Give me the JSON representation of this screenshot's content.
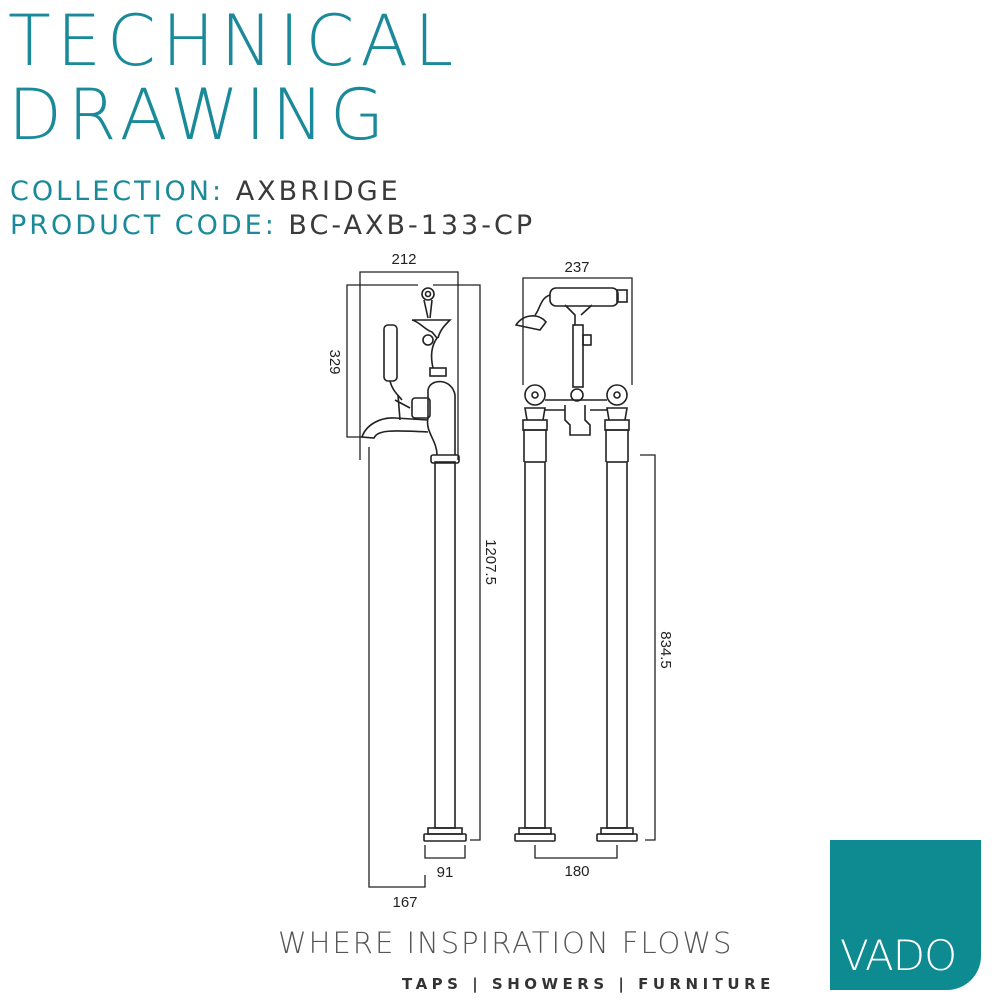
{
  "header": {
    "title_line1": "TECHNICAL",
    "title_line2": "DRAWING",
    "collection_label": "COLLECTION:",
    "collection_value": "AXBRIDGE",
    "product_code_label": "PRODUCT CODE:",
    "product_code_value": "BC-AXB-133-CP"
  },
  "drawing": {
    "dimensions": {
      "left_width": "212",
      "left_height": "329",
      "left_total_height": "1207.5",
      "left_base": "91",
      "left_offset": "167",
      "right_width": "237",
      "right_leg_height": "834.5",
      "right_leg_spacing": "180"
    }
  },
  "footer": {
    "tagline": "WHERE INSPIRATION FLOWS",
    "subtagline": "TAPS | SHOWERS | FURNITURE",
    "logo_text": "VADO"
  },
  "colors": {
    "accent": "#1a8a9a",
    "logo": "#0e8a91"
  }
}
